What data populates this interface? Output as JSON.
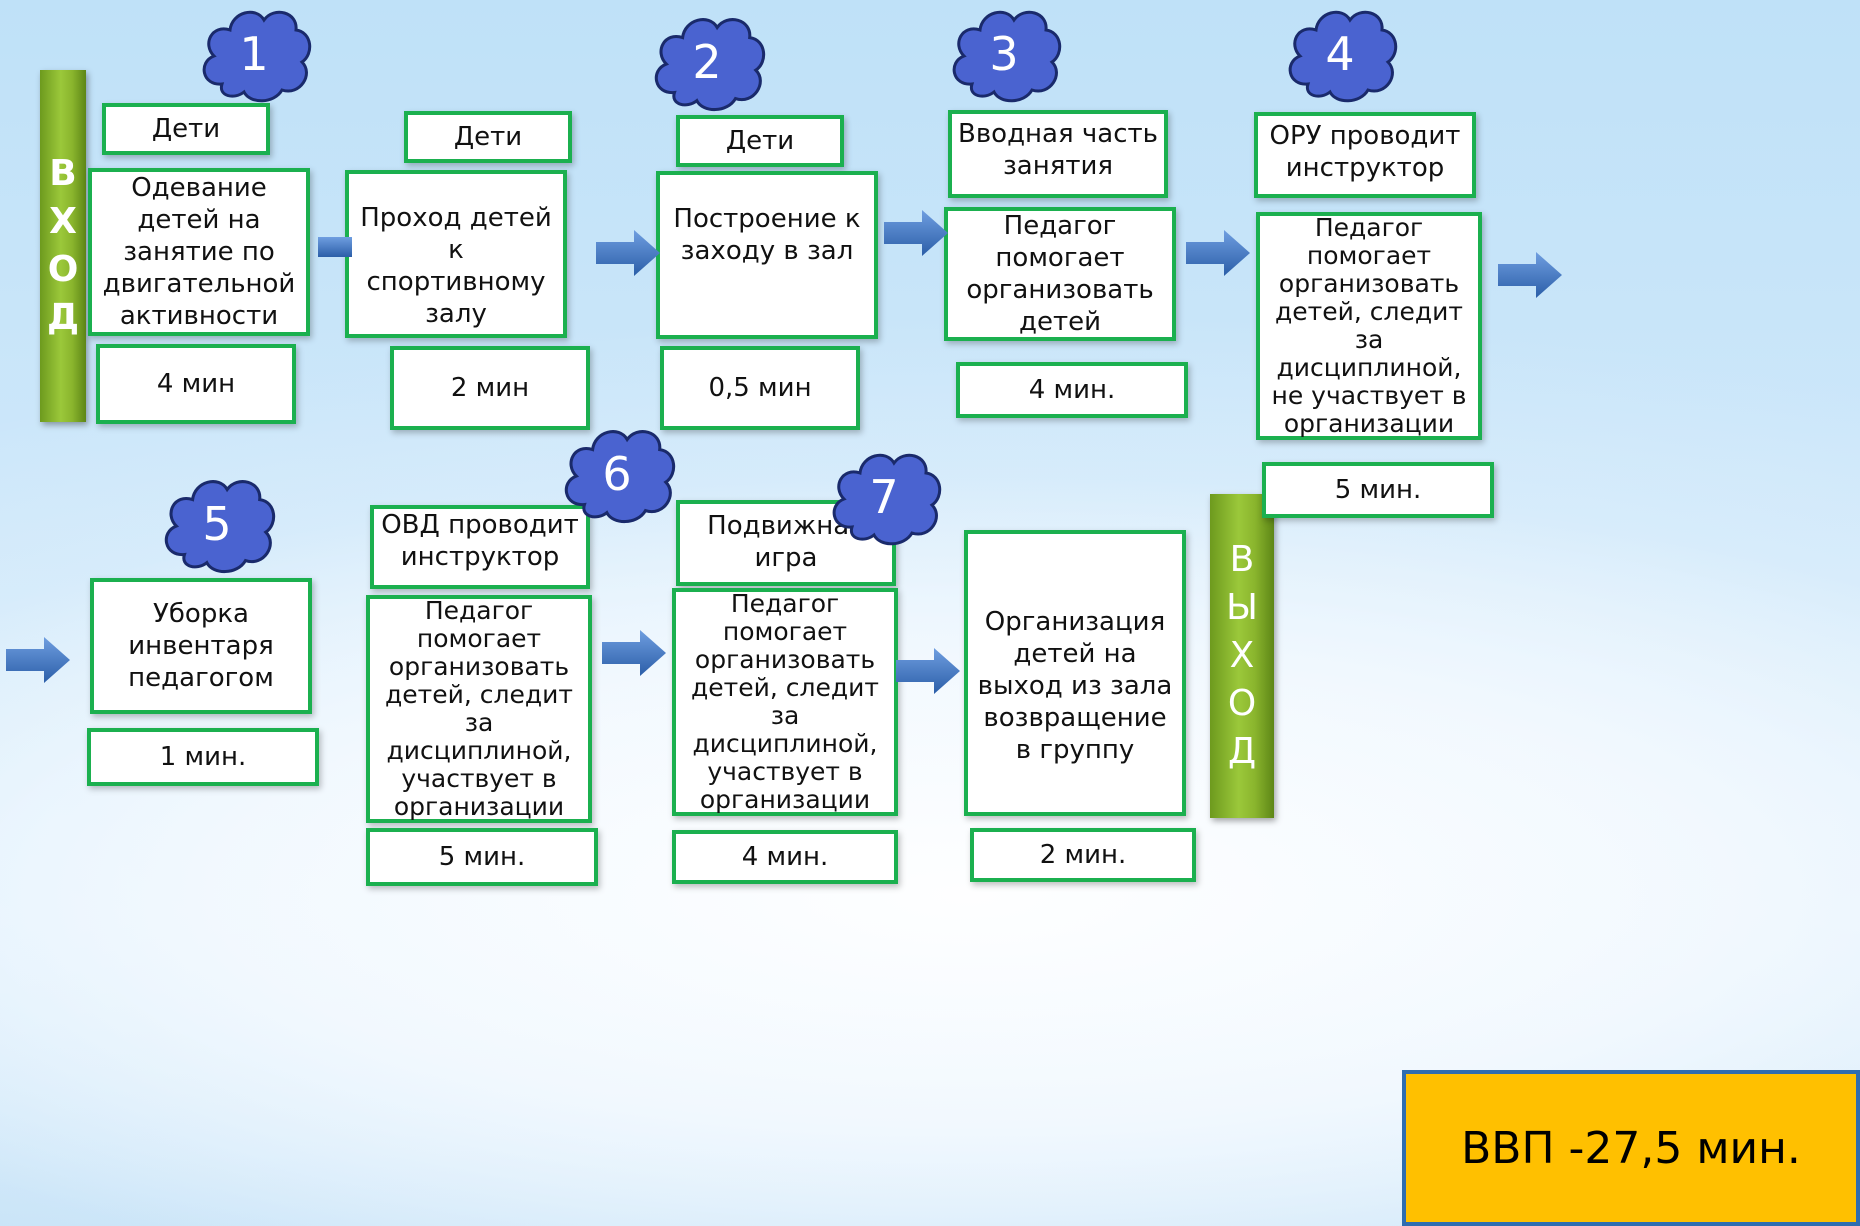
{
  "entry_label": [
    "В",
    "Х",
    "О",
    "Д"
  ],
  "exit_label": [
    "В",
    "Ы",
    "Х",
    "О",
    "Д"
  ],
  "steps": [
    {
      "number": "1",
      "who": "Дети",
      "action": "Одевание детей на занятие по двигательной активности",
      "time": "4 мин"
    },
    {
      "number": "",
      "who": "Дети",
      "action": "Проход детей к спортивному залу",
      "time": "2 мин"
    },
    {
      "number": "2",
      "who": "Дети",
      "action": "Построение к заходу в зал",
      "time": "0,5 мин"
    },
    {
      "number": "3",
      "who": "Вводная часть занятия",
      "action": "Педагог помогает организовать детей",
      "time": "4 мин."
    },
    {
      "number": "4",
      "who": "ОРУ проводит инструктор",
      "action": "Педагог помогает организовать детей, следит за дисциплиной, не участвует в организации",
      "time": "5 мин."
    },
    {
      "number": "5",
      "who": "",
      "action": "Уборка инвентаря педагогом",
      "time": "1 мин."
    },
    {
      "number": "6",
      "who": "ОВД проводит инструктор",
      "action": "Педагог помогает организовать детей, следит за дисциплиной, участвует в организации",
      "time": "5 мин."
    },
    {
      "number": "7",
      "who": "Подвижная игра",
      "action": "Педагог помогает организовать детей, следит за дисциплиной, участвует в организации",
      "time": "4 мин."
    },
    {
      "number": "",
      "who": "",
      "action": "Организация детей на выход из зала возвращение в группу",
      "time": "2 мин."
    }
  ],
  "total": "ВВП -27,5 мин.",
  "colors": {
    "box_border": "#1bb04f",
    "cloud": "#4a63d0",
    "arrow": "#3a6fc0",
    "bar": "#8ab52d",
    "total_bg": "#ffc000",
    "total_border": "#2f6db0"
  }
}
